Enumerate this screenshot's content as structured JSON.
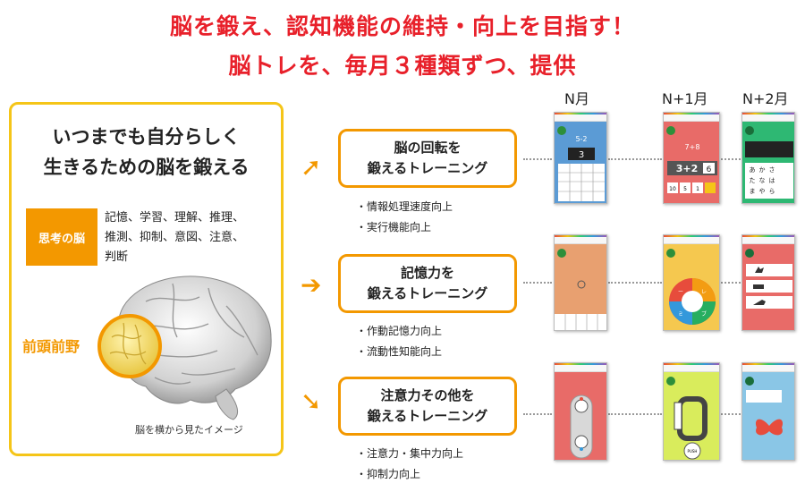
{
  "headline": {
    "line1": "脳を鍛え、認知機能の維持・向上を目指す！",
    "line2": "脳トレを、毎月３種類ずつ、提供"
  },
  "left_panel": {
    "title_line1": "いつまでも自分らしく",
    "title_line2": "生きるための脳を鍛える",
    "badge": "思考の脳",
    "desc_line1": "記憶、学習、理解、推理、",
    "desc_line2": "推測、抑制、意図、注意、",
    "desc_line3": "判断",
    "frontal_label": "前頭前野",
    "caption": "脳を横から見たイメージ"
  },
  "trainings": [
    {
      "line1": "脳の回転を",
      "line2": "鍛えるトレーニング",
      "bullets": [
        "・情報処理速度向上",
        "・実行機能向上"
      ]
    },
    {
      "line1": "記憶力を",
      "line2": "鍛えるトレーニング",
      "bullets": [
        "・作動記憶力向上",
        "・流動性知能向上"
      ]
    },
    {
      "line1": "注意力その他を",
      "line2": "鍛えるトレーニング",
      "bullets": [
        "・注意力・集中力向上",
        "・抑制力向上"
      ]
    }
  ],
  "columns": [
    "N月",
    "N+1月",
    "N+2月"
  ],
  "screens": {
    "calc_display": "3",
    "calc_small": "5-2",
    "eq1": "7+8",
    "eq2": "3+2",
    "eq_answer": "6",
    "num_buttons": [
      "10",
      "5",
      "1"
    ],
    "push_label": "PUSH",
    "hiragana": [
      "あ",
      "か",
      "さ",
      "た",
      "な",
      "は",
      "ま",
      "や",
      "ら"
    ],
    "color_words": [
      "レ",
      "ブ",
      "ミ",
      "ー"
    ]
  },
  "colors": {
    "headline": "#e8202a",
    "accent_orange": "#f39800",
    "panel_border": "#f5c518",
    "screen_blue": "#5b9bd5",
    "screen_red": "#e86b68",
    "screen_green": "#2eb873",
    "screen_salmon": "#e8a070",
    "screen_yellow": "#f5c84f",
    "screen_lime": "#d9ec5c",
    "screen_sky": "#8ac6e6"
  }
}
